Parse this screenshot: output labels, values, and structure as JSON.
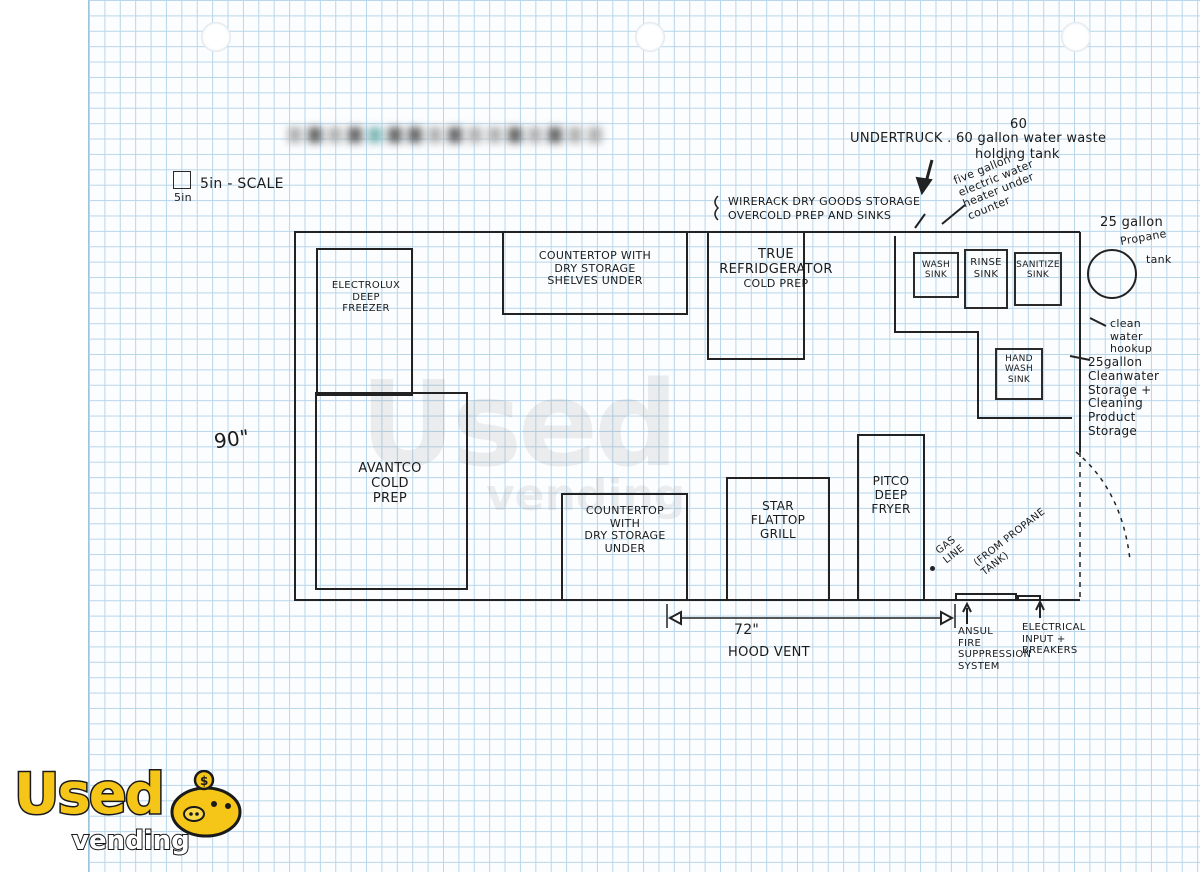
{
  "scale": {
    "label": "5in - SCALE",
    "side": "5in"
  },
  "width_label": "90\"",
  "under_truck": {
    "line1": "UNDERTRUCK . 60 gallon water waste",
    "line2": "holding tank",
    "number": "60"
  },
  "wire_rack": {
    "line1": "WIRERACK DRY GOODS STORAGE",
    "line2": "OVERCOLD PREP AND SINKS"
  },
  "water_heater": {
    "line1": "five gallon",
    "line2": "electric water",
    "line3": "heater under",
    "line4": "counter"
  },
  "propane_tank": {
    "line1": "25 gallon",
    "line2": "Propane",
    "line3": "tank"
  },
  "equipment": {
    "freezer": {
      "l1": "ELECTROLUX",
      "l2": "DEEP",
      "l3": "FREEZER"
    },
    "counter_top": {
      "l1": "COUNTERTOP WITH",
      "l2": "DRY STORAGE",
      "l3": "SHELVES UNDER"
    },
    "refrigerator": {
      "l1": "TRUE",
      "l2": "REFRIDGERATOR",
      "l3": "COLD PREP"
    },
    "wash_sink": {
      "l1": "WASH",
      "l2": "SINK"
    },
    "rinse_sink": {
      "l1": "RINSE",
      "l2": "SINK"
    },
    "sanitize_sink": {
      "l1": "SANITIZE",
      "l2": "SINK"
    },
    "hand_sink": {
      "l1": "HAND",
      "l2": "WASH",
      "l3": "SINK"
    },
    "cold_prep": {
      "l1": "AVANTCO",
      "l2": "COLD",
      "l3": "PREP"
    },
    "counter_bottom": {
      "l1": "COUNTERTOP",
      "l2": "WITH",
      "l3": "DRY STORAGE",
      "l4": "UNDER"
    },
    "grill": {
      "l1": "STAR",
      "l2": "FLATTOP",
      "l3": "GRILL"
    },
    "fryer": {
      "l1": "PITCO",
      "l2": "DEEP",
      "l3": "FRYER"
    }
  },
  "clean_water_hookup": {
    "l1": "clean",
    "l2": "water",
    "l3": "hookup"
  },
  "clean_storage": {
    "l1": "25gallon",
    "l2": "Cleanwater",
    "l3": "Storage +",
    "l4": "Cleaning",
    "l5": "Product",
    "l6": "Storage"
  },
  "gas_line": {
    "l1": "GAS",
    "l2": "LINE",
    "l3": "(FROM PROPANE",
    "l4": "TANK)"
  },
  "hood_vent": {
    "length": "72\"",
    "label": "HOOD VENT"
  },
  "ansul": {
    "l1": "ANSUL",
    "l2": "FIRE",
    "l3": "SUPPRESSION",
    "l4": "SYSTEM"
  },
  "electrical": {
    "l1": "ELECTRICAL",
    "l2": "INPUT +",
    "l3": "BREAKERS"
  },
  "watermark": {
    "main": "Used",
    "sub": "vending"
  },
  "logo": {
    "main": "Used",
    "sub": "vending"
  }
}
